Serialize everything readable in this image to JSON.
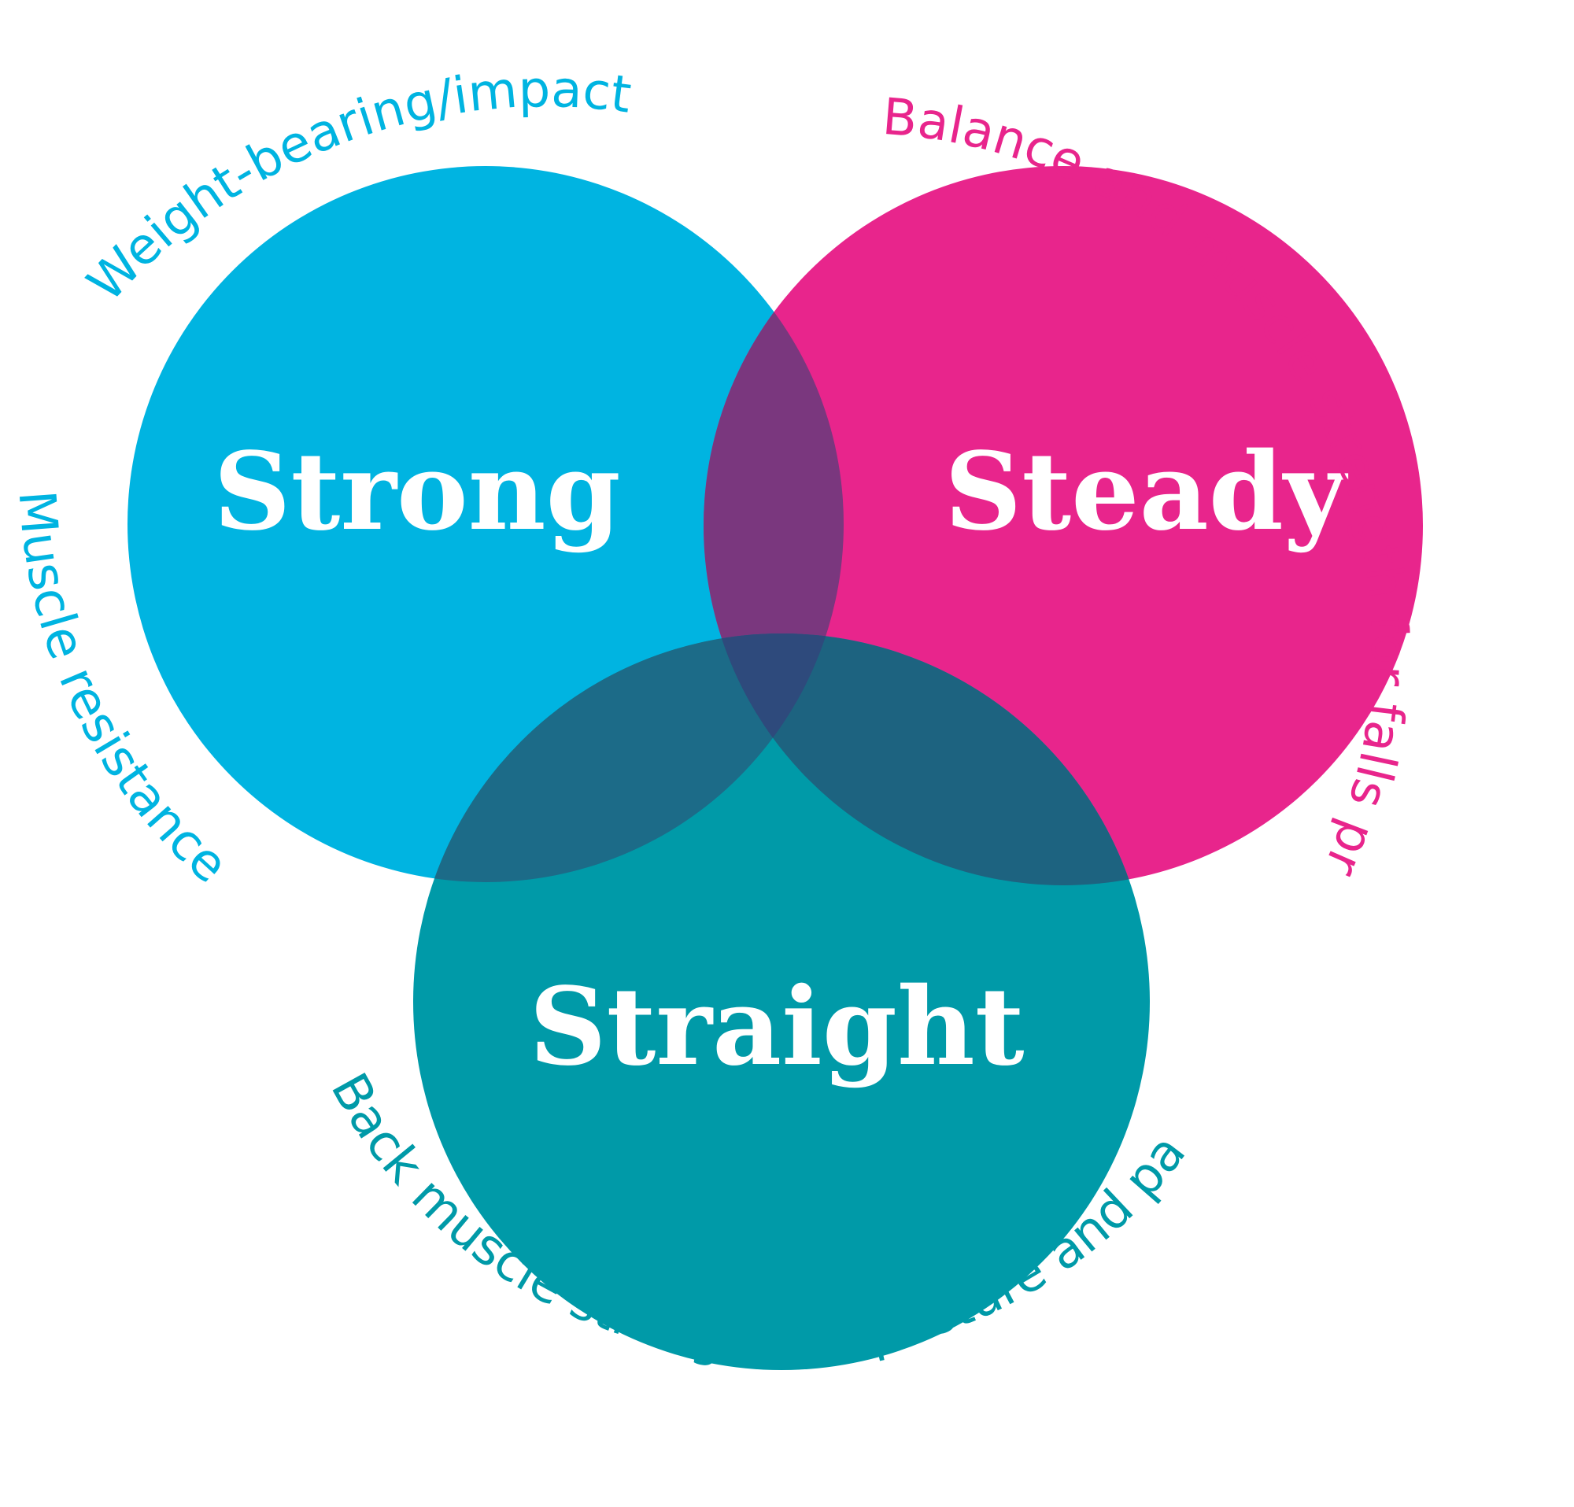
{
  "colors": {
    "background": "#ffffff",
    "strong": "#00b4e1",
    "steady": "#e8258c",
    "straight": "#009aa8",
    "strong_steady_overlap": "#7a377e",
    "strong_straight_overlap": "#1c6b88",
    "steady_straight_overlap": "#1d6380",
    "center_overlap": "#2e4a7c",
    "label_text": "#ffffff"
  },
  "circles": {
    "strong": {
      "label": "Strong"
    },
    "steady": {
      "label": "Steady"
    },
    "straight": {
      "label": "Straight"
    }
  },
  "captions": {
    "weight_bearing": "Weight-bearing/impact",
    "muscle_resistance": "Muscle resistance",
    "balance": "Balance and muscle strength for falls prevention",
    "back_muscle": "Back muscle strength for posture and pain"
  }
}
